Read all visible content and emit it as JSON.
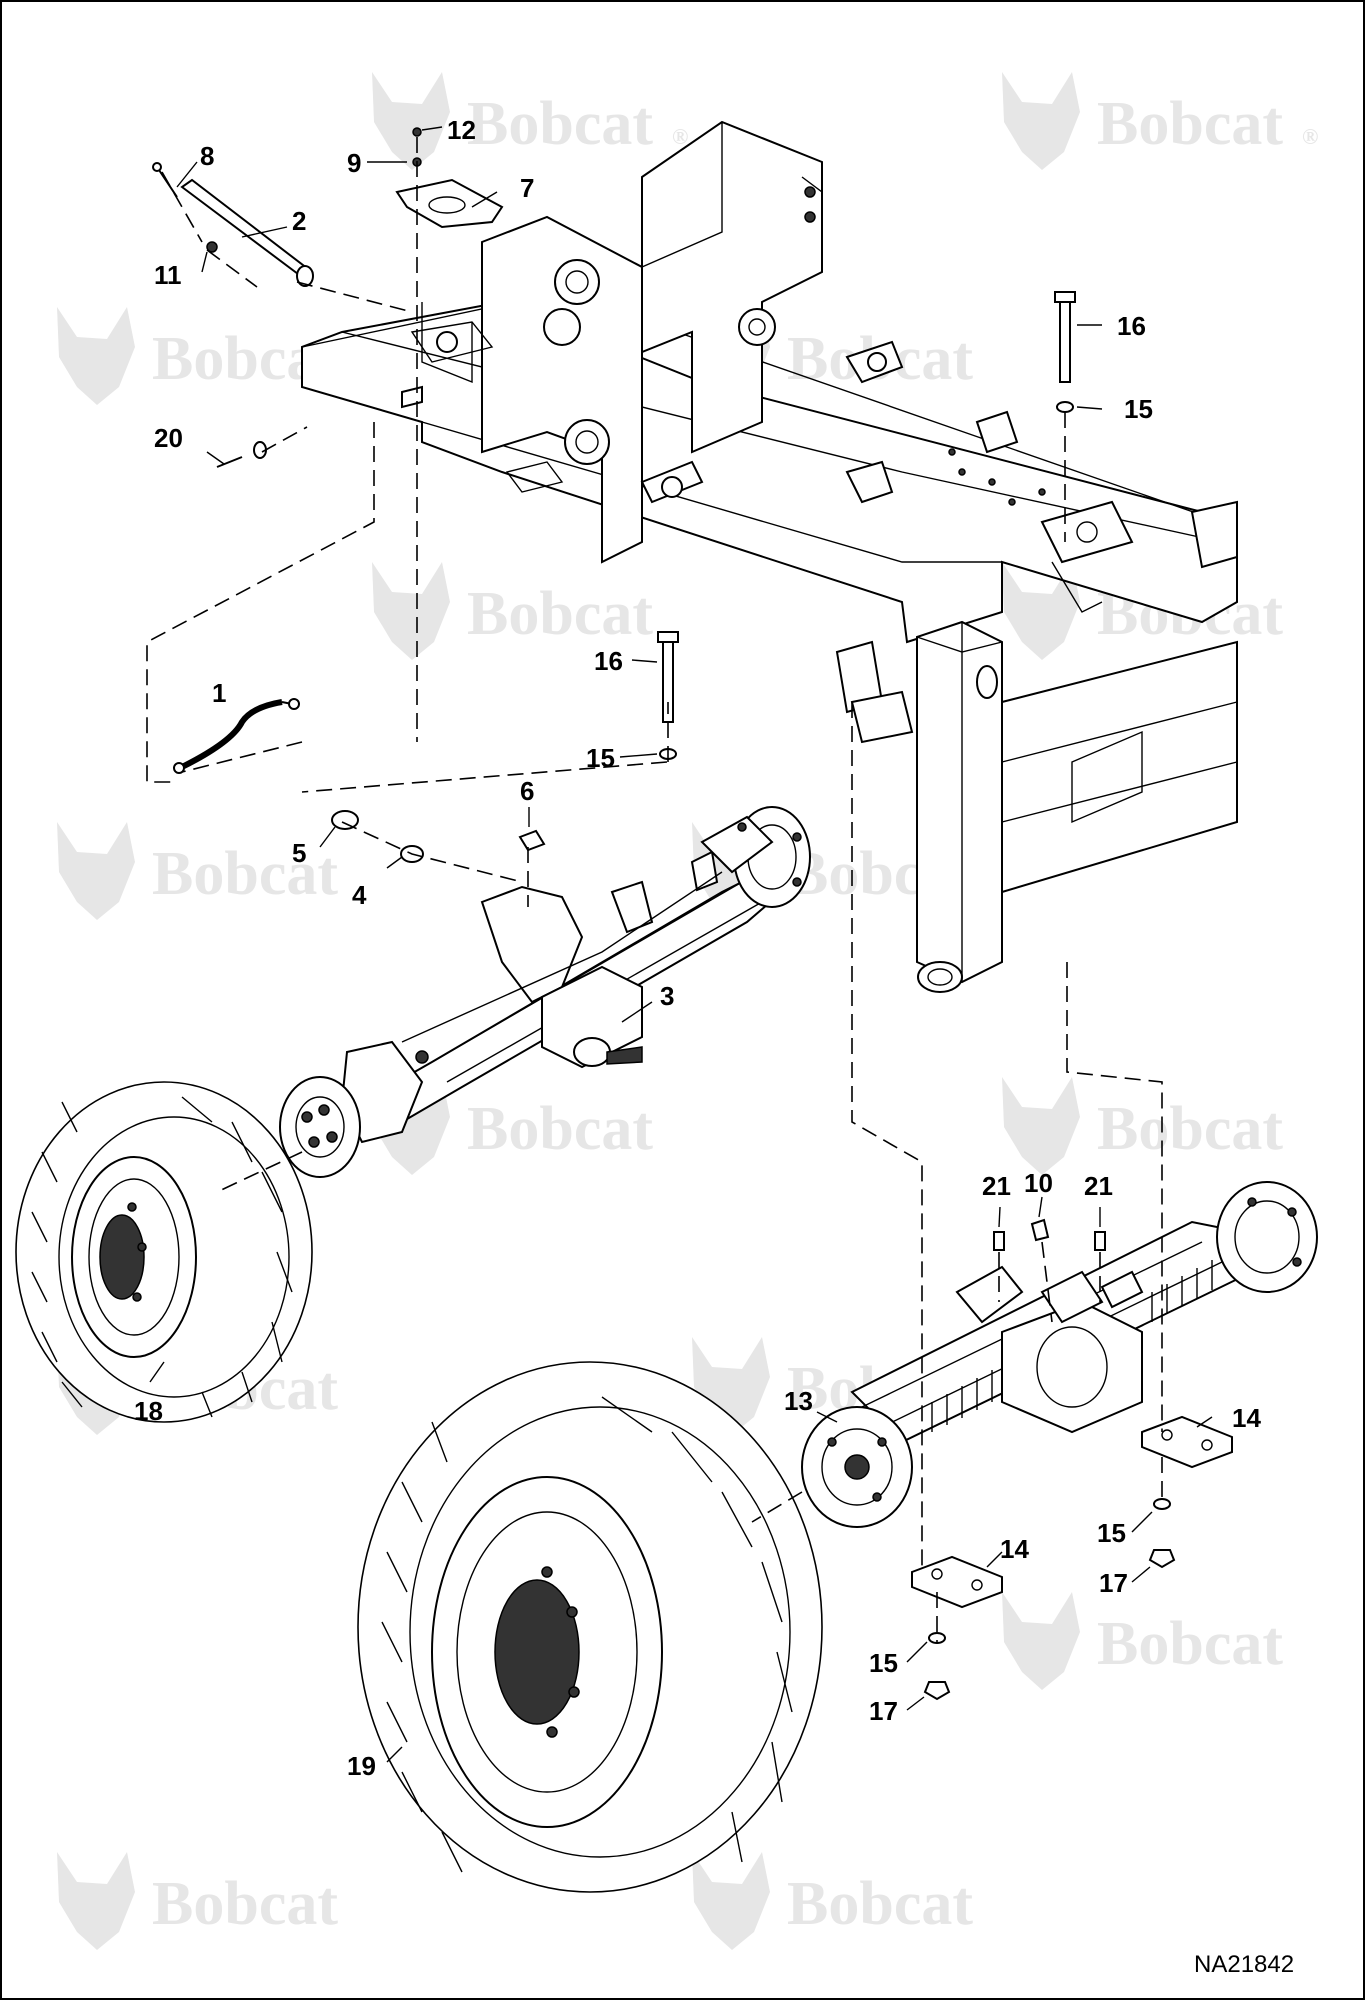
{
  "watermark": {
    "text": "Bobcat",
    "mark": "®",
    "icon": "bobcat-logo-icon",
    "color": "#e6e6e6"
  },
  "drawing_code": "NA21842",
  "callouts": [
    {
      "id": "c1",
      "label": "1"
    },
    {
      "id": "c2",
      "label": "2"
    },
    {
      "id": "c3",
      "label": "3"
    },
    {
      "id": "c4",
      "label": "4"
    },
    {
      "id": "c5",
      "label": "5"
    },
    {
      "id": "c6",
      "label": "6"
    },
    {
      "id": "c7",
      "label": "7"
    },
    {
      "id": "c8",
      "label": "8"
    },
    {
      "id": "c9",
      "label": "9"
    },
    {
      "id": "c10",
      "label": "10"
    },
    {
      "id": "c11",
      "label": "11"
    },
    {
      "id": "c12",
      "label": "12"
    },
    {
      "id": "c13",
      "label": "13"
    },
    {
      "id": "c14a",
      "label": "14"
    },
    {
      "id": "c14b",
      "label": "14"
    },
    {
      "id": "c15a",
      "label": "15"
    },
    {
      "id": "c15b",
      "label": "15"
    },
    {
      "id": "c15c",
      "label": "15"
    },
    {
      "id": "c15d",
      "label": "15"
    },
    {
      "id": "c16a",
      "label": "16"
    },
    {
      "id": "c16b",
      "label": "16"
    },
    {
      "id": "c17a",
      "label": "17"
    },
    {
      "id": "c17b",
      "label": "17"
    },
    {
      "id": "c18",
      "label": "18"
    },
    {
      "id": "c19",
      "label": "19"
    },
    {
      "id": "c20",
      "label": "20"
    },
    {
      "id": "c21a",
      "label": "21"
    },
    {
      "id": "c21b",
      "label": "21"
    }
  ]
}
